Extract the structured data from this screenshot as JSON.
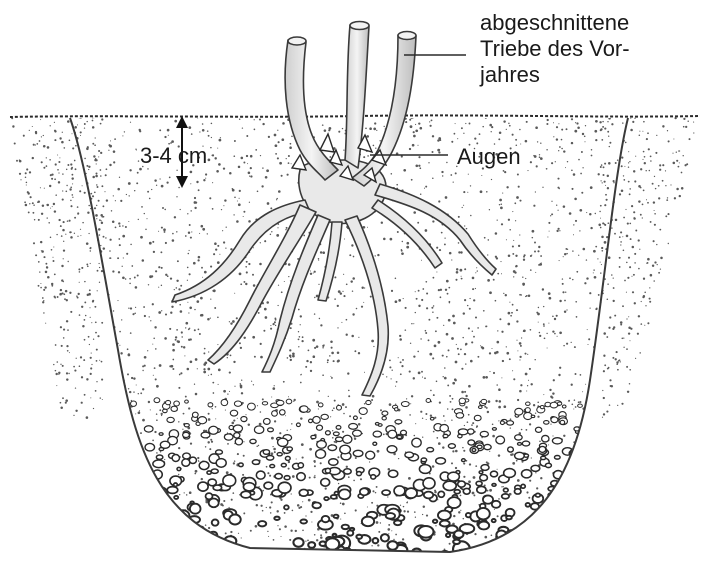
{
  "labels": {
    "shoots_line1": "abgeschnittene",
    "shoots_line2": "Triebe des Vor-",
    "shoots_line3": "jahres",
    "depth": "3-4 cm",
    "eyes": "Augen"
  },
  "colors": {
    "ink": "#1a1a1a",
    "soil_stipple": "#5a5a5a",
    "background": "#ffffff"
  },
  "icons": {
    "depth_marker": "double-arrow-vertical-icon"
  }
}
